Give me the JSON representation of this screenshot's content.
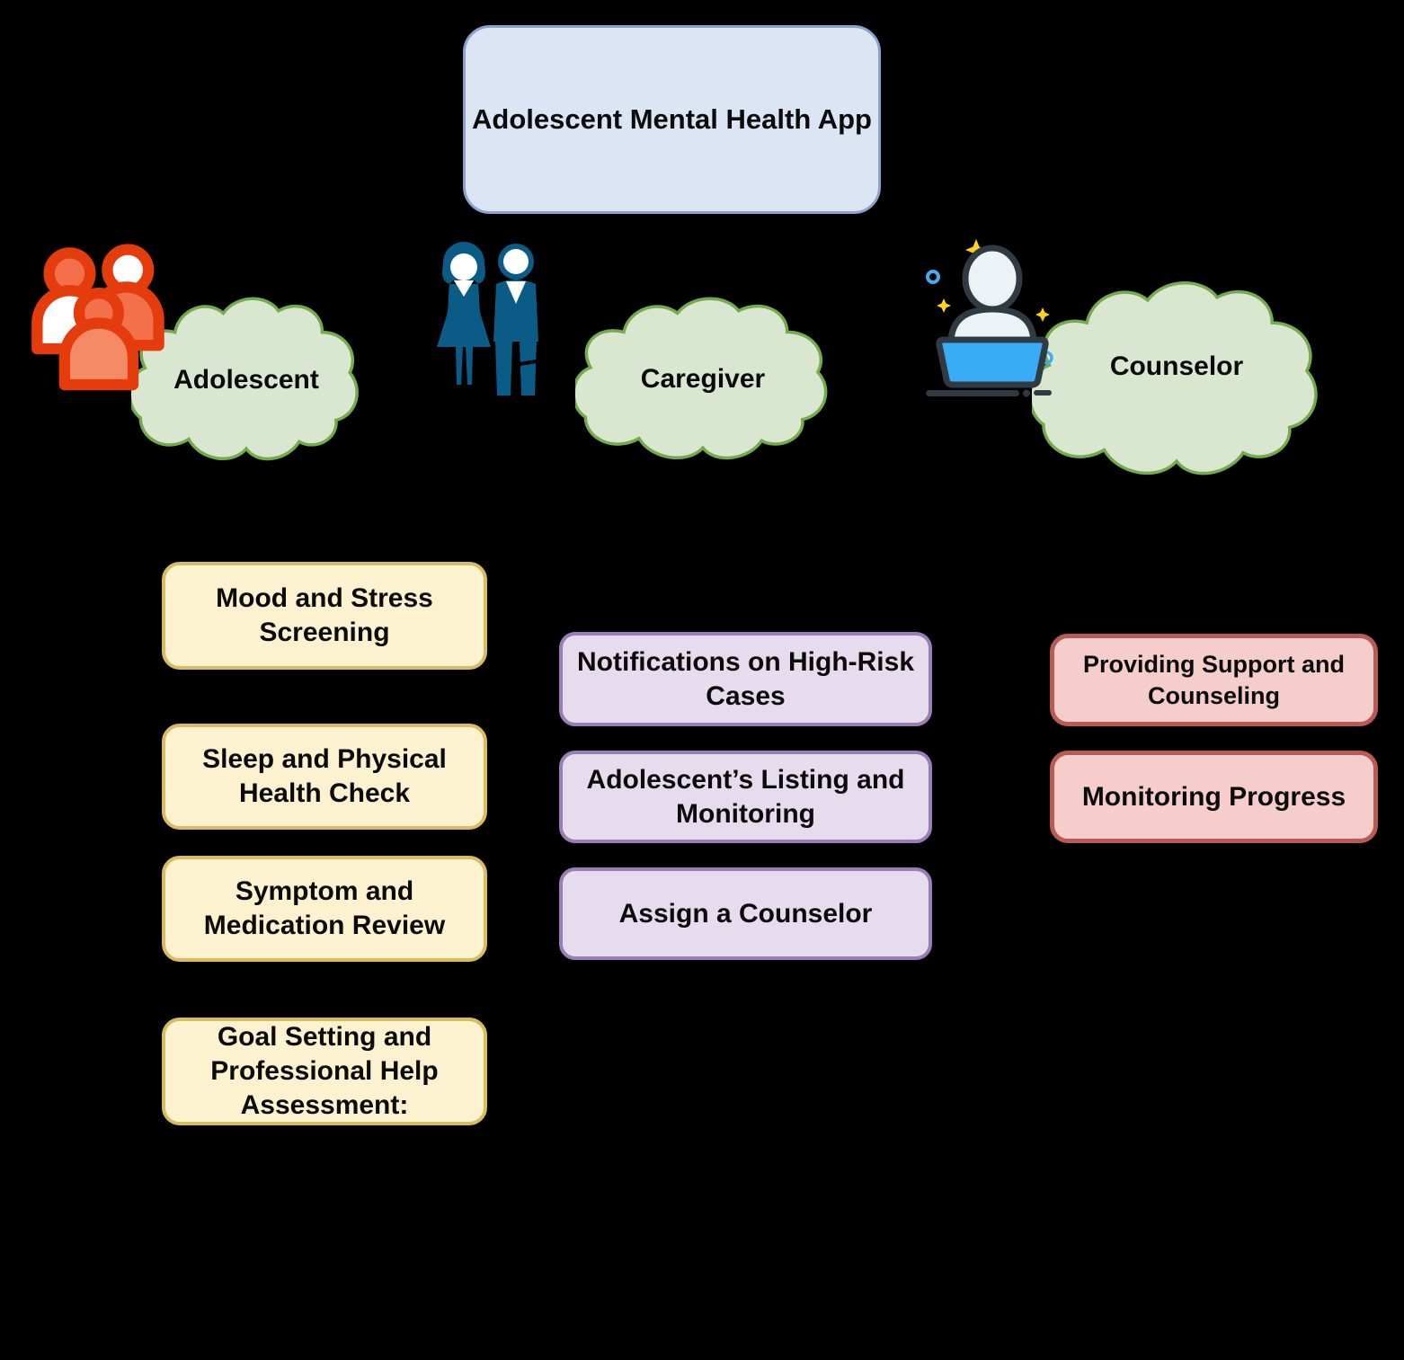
{
  "diagram": {
    "title": "Adolescent Mental Health App",
    "actors": [
      {
        "name": "Adolescent",
        "icon": "group-of-people-icon"
      },
      {
        "name": "Caregiver",
        "icon": "woman-and-man-icon"
      },
      {
        "name": "Counselor",
        "icon": "person-at-laptop-icon"
      }
    ],
    "adolescent_tasks": [
      "Mood and Stress Screening",
      "Sleep and Physical Health Check",
      "Symptom and Medication Review",
      "Goal Setting and Professional Help Assessment:"
    ],
    "caregiver_tasks": [
      "Notifications on High-Risk Cases",
      "Adolescent’s Listing and Monitoring",
      "Assign a Counselor"
    ],
    "counselor_tasks": [
      "Providing Support and Counseling",
      "Monitoring Progress"
    ],
    "colors": {
      "background": "#000000",
      "title_fill": "#dbe5f4",
      "title_border": "#89a2cc",
      "cloud_fill": "#d9e7d1",
      "cloud_border": "#74ab4c",
      "adolescent_task_fill": "#fdf2d0",
      "adolescent_task_border": "#d8bc62",
      "caregiver_task_fill": "#e6dced",
      "caregiver_task_border": "#9a7db6",
      "counselor_task_fill": "#f5cdcb",
      "counselor_task_border": "#b85a55",
      "adolescent_icon": "#e43c0c",
      "caregiver_icon": "#0a5b85",
      "counselor_laptop": "#3aabf5",
      "counselor_outline": "#2f3a42",
      "sparkle": "#ffd21e"
    }
  }
}
